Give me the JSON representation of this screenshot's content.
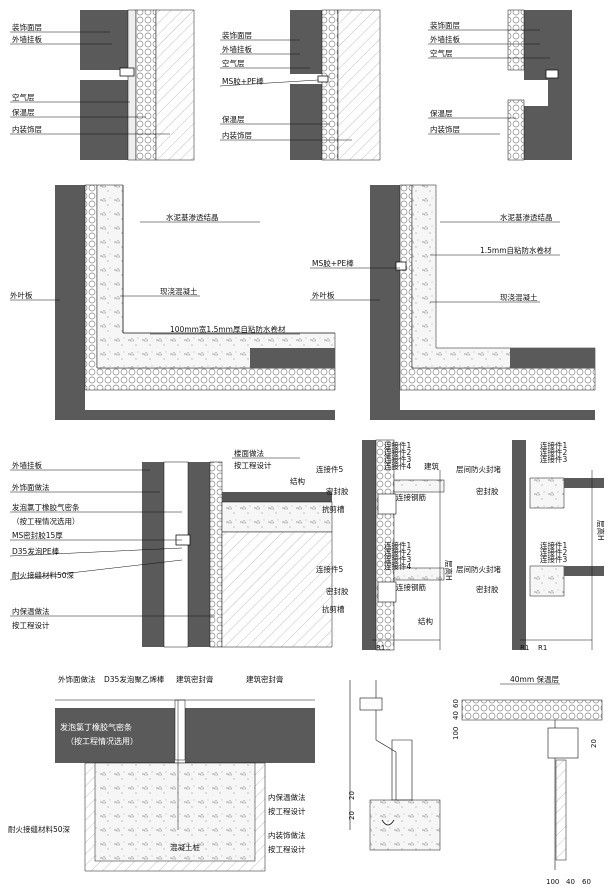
{
  "patterns": {
    "panel_fill": "#5a5a5a",
    "insulation_stroke": "#888888",
    "concrete_fill": "#f4f4f4",
    "line": "#111111"
  },
  "detail1": {
    "labels": [
      "装饰面层",
      "外墙挂板",
      "空气层",
      "保温层",
      "内装饰层"
    ]
  },
  "detail2": {
    "labels": [
      "装饰面层",
      "外墙挂板",
      "空气层",
      "MS胶+PE棒",
      "保温层",
      "内装饰层"
    ]
  },
  "detail3": {
    "labels": [
      "装饰面层",
      "外墙挂板",
      "空气层",
      "保温层",
      "内装饰层"
    ]
  },
  "detail4": {
    "labels": [
      "水泥基渗透结晶",
      "外叶板",
      "现浇混凝土",
      "100mm宽1.5mm厚自粘防水卷材"
    ]
  },
  "detail5": {
    "labels": [
      "水泥基渗透结晶",
      "MS胶+PE棒",
      "1.5mm自粘防水卷材",
      "外叶板",
      "现浇混凝土"
    ]
  },
  "detail6": {
    "labels": [
      "外墙挂板",
      "外饰面做法",
      "发泡氯丁橡胶气密条",
      "（按工程情况选用）",
      "MS密封胶15厚",
      "D35发泡PE棒",
      "耐火接缝材料50深",
      "内保温做法",
      "按工程设计",
      "楼面做法",
      "按工程设计",
      "结构"
    ]
  },
  "detail7": {
    "labels": [
      "连接件1",
      "连接件2",
      "连接件3",
      "连接件4",
      "建筑",
      "连接件5",
      "密封胶",
      "连接钢筋",
      "抗剪槽",
      "连接件1",
      "连接件2",
      "连接件3",
      "连接件4",
      "连接件5",
      "连接钢筋",
      "密封胶",
      "抗剪槽",
      "层高H",
      "结构",
      "R1"
    ]
  },
  "detail8": {
    "labels": [
      "连接件1",
      "连接件2",
      "连接件3",
      "层间防火封堵",
      "密封胶",
      "连接件1",
      "连接件2",
      "连接件3",
      "层间防火封堵",
      "密封胶",
      "层高H",
      "R1",
      "R1"
    ]
  },
  "detail9": {
    "labels": [
      "外饰面做法",
      "D35发泡聚乙烯棒",
      "建筑密封膏",
      "建筑密封膏",
      "发泡氯丁橡胶气密条",
      "（按工程情况选用）",
      "内保温做法",
      "按工程设计",
      "内装饰做法",
      "按工程设计",
      "耐火接缝材料50深",
      "混凝土桩"
    ]
  },
  "detail10": {
    "dims": [
      "20",
      "20"
    ]
  },
  "detail11": {
    "labels": [
      "40mm 保温层"
    ],
    "dims": [
      "100",
      "40",
      "60",
      "20",
      "100",
      "40",
      "60"
    ]
  }
}
